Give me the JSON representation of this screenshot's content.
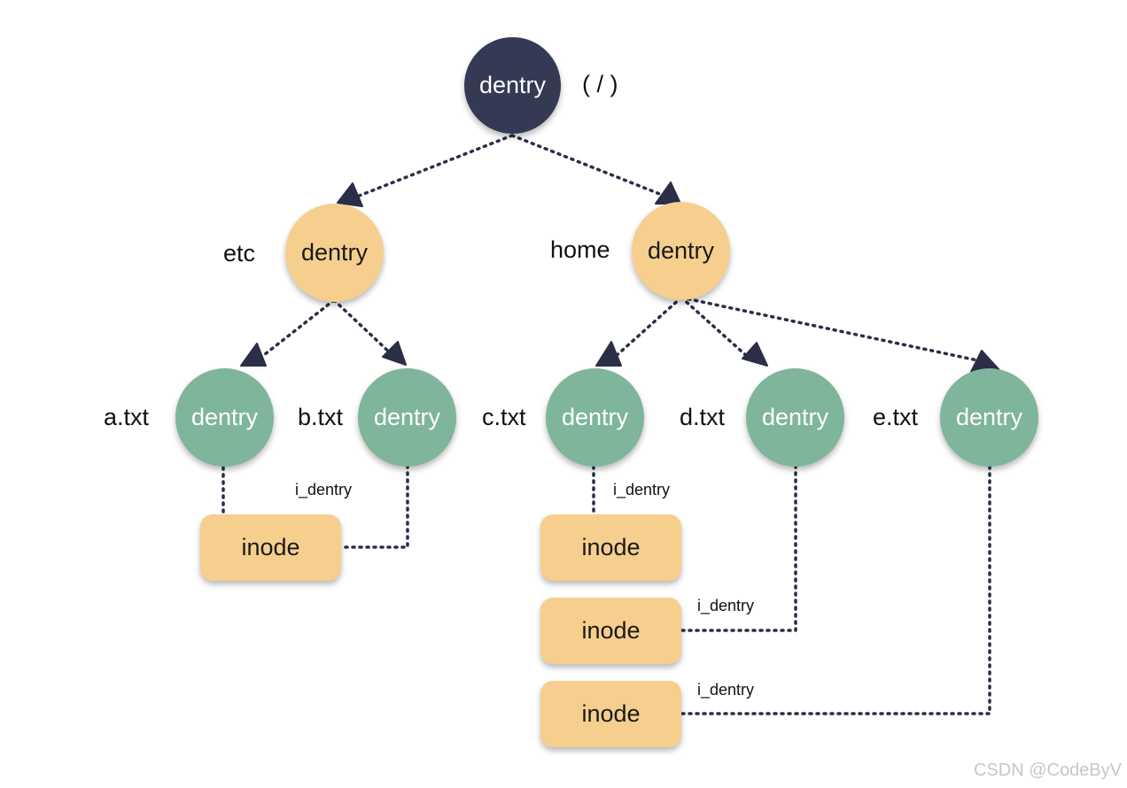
{
  "colors": {
    "root_fill": "#343954",
    "dir_fill": "#f6cf8e",
    "file_fill": "#7fb59a",
    "inode_fill": "#f6cf8e",
    "edge": "#2a2e47"
  },
  "nodes": {
    "root": {
      "text": "dentry",
      "name_label": "( / )"
    },
    "etc": {
      "text": "dentry",
      "name_label": "etc"
    },
    "home": {
      "text": "dentry",
      "name_label": "home"
    },
    "a_txt": {
      "text": "dentry",
      "name_label": "a.txt"
    },
    "b_txt": {
      "text": "dentry",
      "name_label": "b.txt"
    },
    "c_txt": {
      "text": "dentry",
      "name_label": "c.txt"
    },
    "d_txt": {
      "text": "dentry",
      "name_label": "d.txt"
    },
    "e_txt": {
      "text": "dentry",
      "name_label": "e.txt"
    }
  },
  "inodes": [
    {
      "text": "inode"
    },
    {
      "text": "inode"
    },
    {
      "text": "inode"
    },
    {
      "text": "inode"
    }
  ],
  "link_labels": {
    "b_to_inode": "i_dentry",
    "c_to_inode": "i_dentry",
    "d_to_inode": "i_dentry",
    "e_to_inode": "i_dentry"
  },
  "watermark": "CSDN @CodeByV"
}
